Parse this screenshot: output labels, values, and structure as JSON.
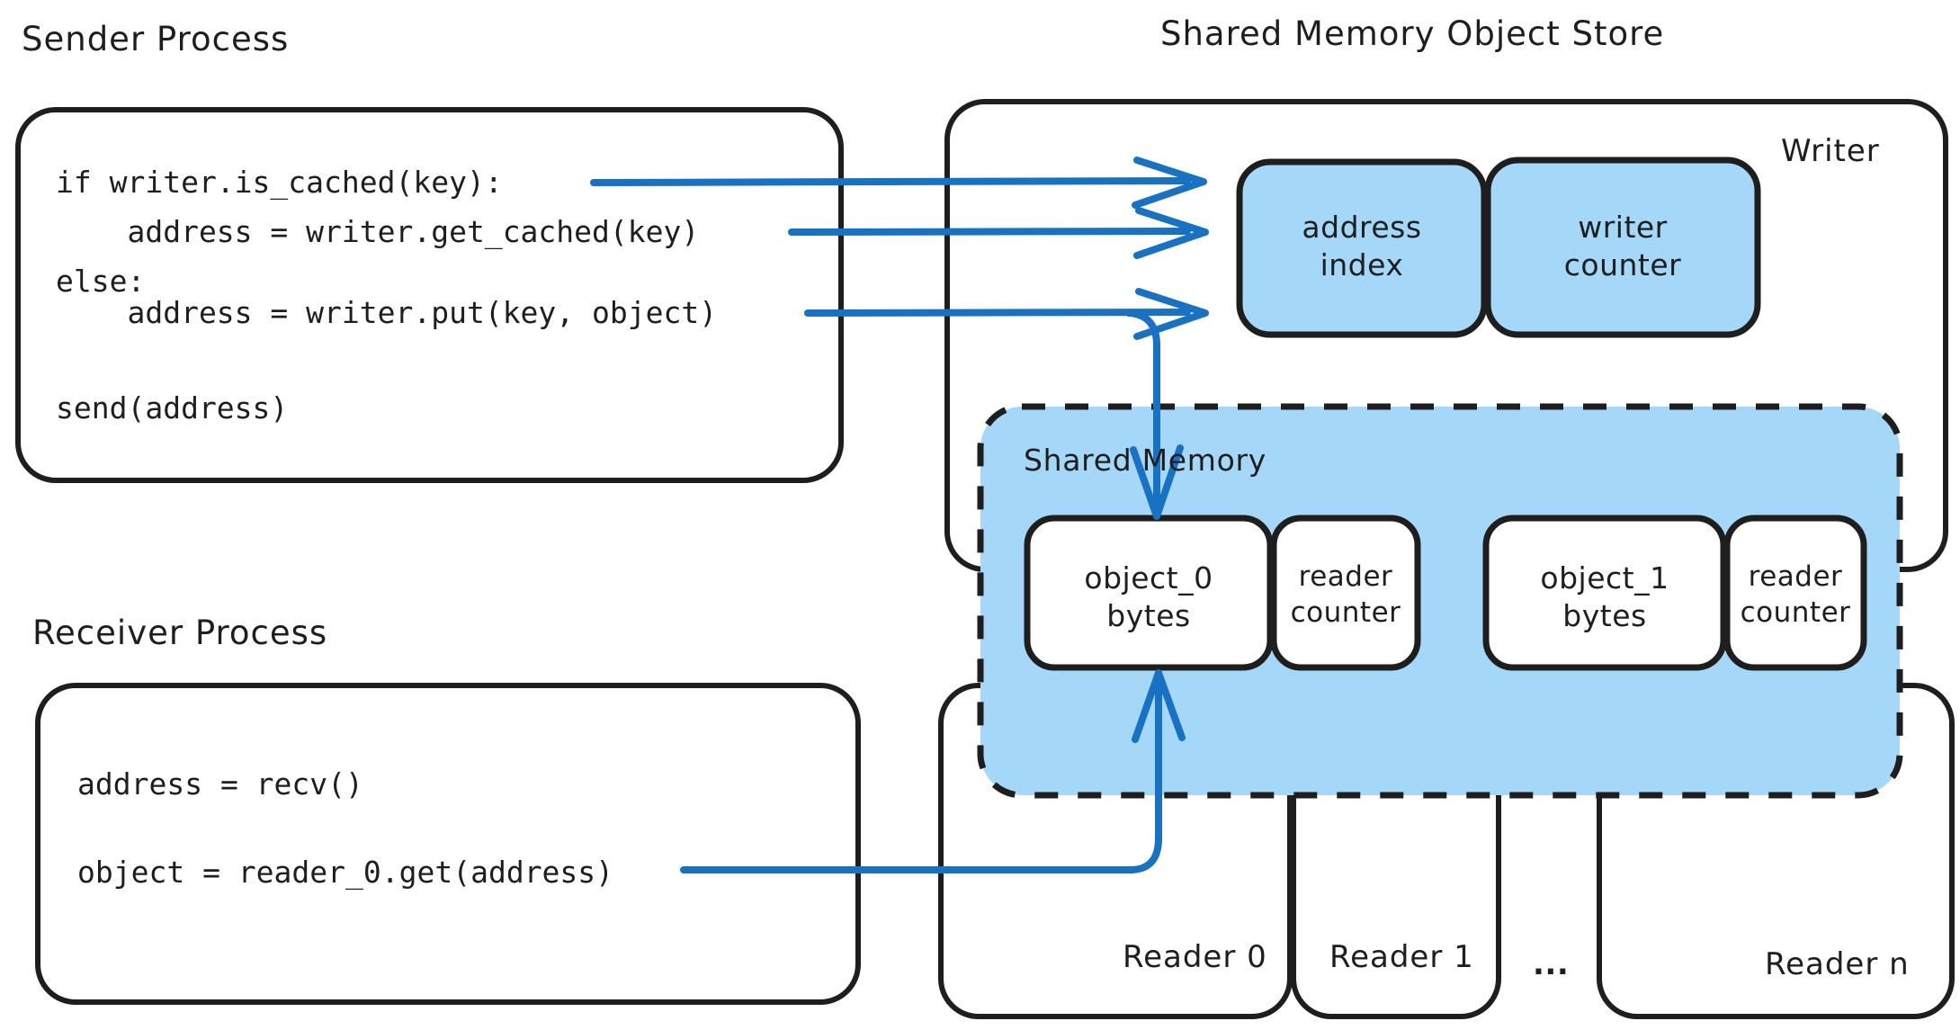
{
  "diagram": {
    "title_sender": "Sender Process",
    "title_receiver": "Receiver Process",
    "title_store": "Shared Memory Object Store"
  },
  "colors": {
    "stroke": "#1e1e1e",
    "blue_fill": "#a5d8f8",
    "arrow_blue": "#1971c2",
    "white": "#ffffff"
  },
  "sender": {
    "heading": "Sender Process",
    "code": [
      "if writer.is_cached(key):",
      "    address = writer.get_cached(key)",
      "else:",
      "    address = writer.put(key, object)",
      "send(address)"
    ]
  },
  "receiver": {
    "heading": "Receiver Process",
    "code": [
      "address = recv()",
      "object = reader_0.get(address)"
    ]
  },
  "store": {
    "heading": "Shared Memory Object Store",
    "writer": {
      "label": "Writer",
      "cells": [
        {
          "label": "address\nindex"
        },
        {
          "label": "writer\ncounter"
        }
      ]
    },
    "shared_memory": {
      "label": "Shared Memory",
      "slots": [
        {
          "object_label": "object_0\nbytes",
          "counter_label": "reader\ncounter"
        },
        {
          "object_label": "object_1\nbytes",
          "counter_label": "reader\ncounter"
        }
      ]
    },
    "readers": [
      {
        "label": "Reader 0"
      },
      {
        "label": "Reader 1"
      },
      {
        "label": "..."
      },
      {
        "label": "Reader n"
      }
    ]
  }
}
